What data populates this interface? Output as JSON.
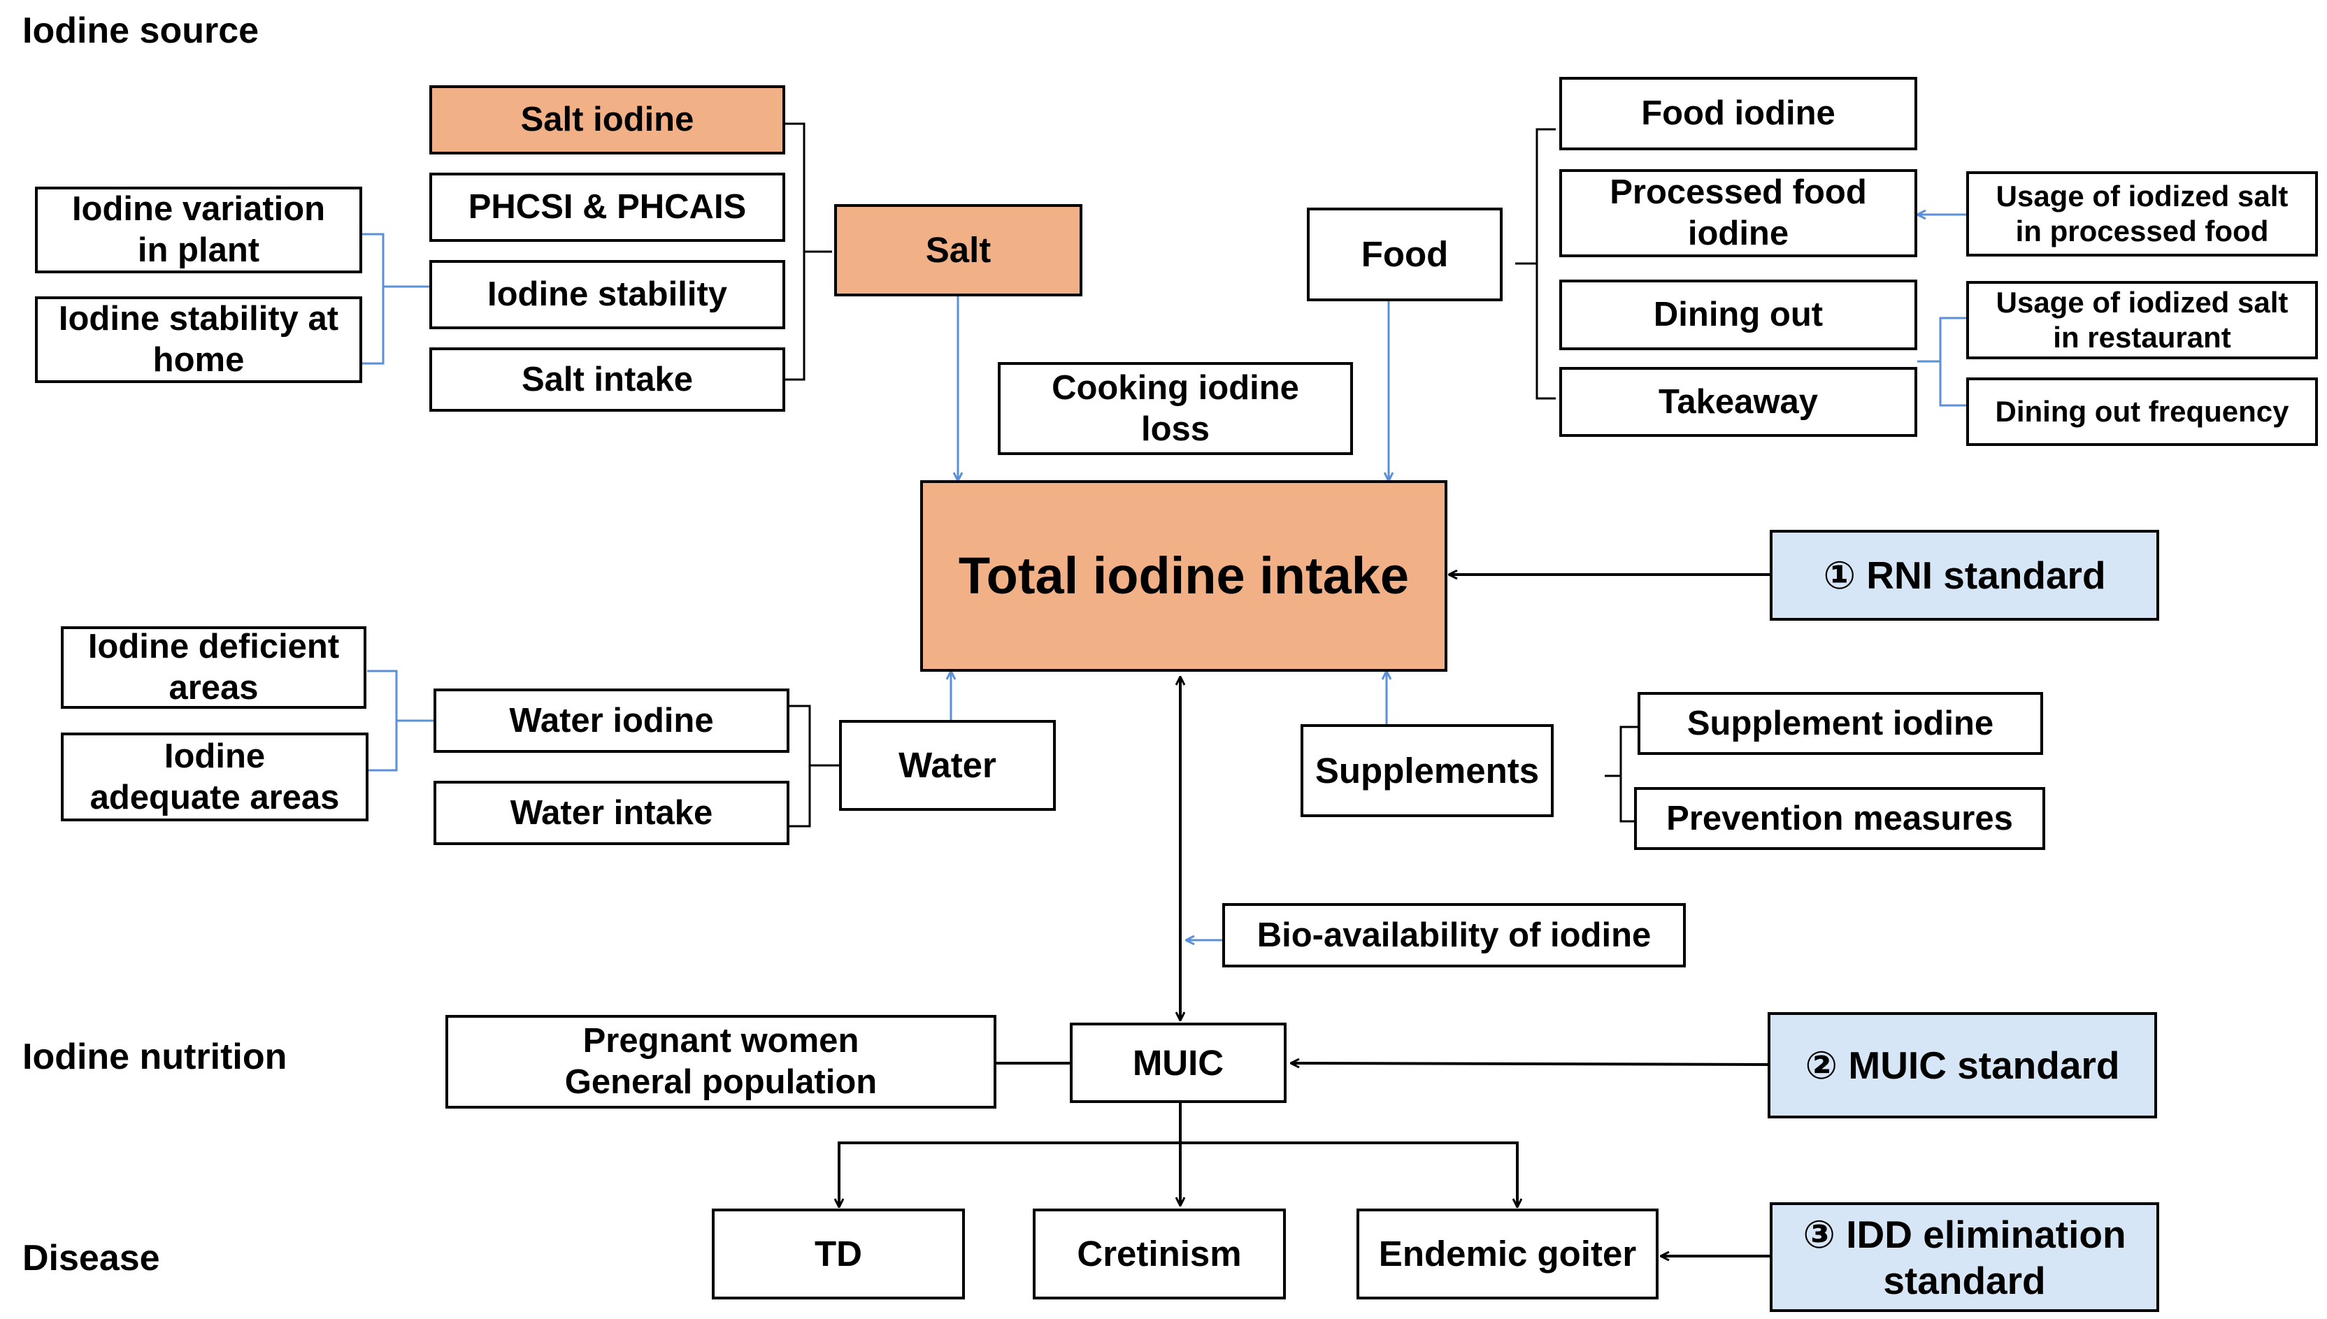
{
  "sections": {
    "iodine_source": "Iodine source",
    "iodine_nutrition": "Iodine nutrition",
    "disease": "Disease"
  },
  "boxes": {
    "salt_iodine": "Salt iodine",
    "phcsi": "PHCSI & PHCAIS",
    "iodine_stability": "Iodine stability",
    "salt_intake": "Salt intake",
    "iodine_variation": "Iodine variation\nin plant",
    "iodine_stability_home": "Iodine stability at\nhome",
    "salt": "Salt",
    "food": "Food",
    "food_iodine": "Food iodine",
    "processed_food_iodine": "Processed food\niodine",
    "dining_out": "Dining out",
    "takeaway": "Takeaway",
    "usage_processed": "Usage of iodized salt\nin processed food",
    "usage_restaurant": "Usage of iodized salt\nin restaurant",
    "dining_frequency": "Dining out frequency",
    "cooking_loss": "Cooking iodine\nloss",
    "total_intake": "Total iodine intake",
    "rni_standard": "① RNI standard",
    "iodine_deficient": "Iodine deficient\nareas",
    "iodine_adequate": "Iodine\nadequate areas",
    "water_iodine": "Water iodine",
    "water_intake": "Water intake",
    "water": "Water",
    "supplements": "Supplements",
    "supplement_iodine": "Supplement  iodine",
    "prevention": "Prevention measures",
    "bioavailability": "Bio-availability of iodine",
    "population": "Pregnant women\nGeneral population",
    "muic": "MUIC",
    "muic_standard": "② MUIC standard",
    "td": "TD",
    "cretinism": "Cretinism",
    "endemic_goiter": "Endemic goiter",
    "idd_standard": "③ IDD elimination\nstandard"
  },
  "colors": {
    "highlight": "#f2b086",
    "standard": "#d6e6f7",
    "blue_connector": "#5b8fd6",
    "black_connector": "#000000"
  }
}
